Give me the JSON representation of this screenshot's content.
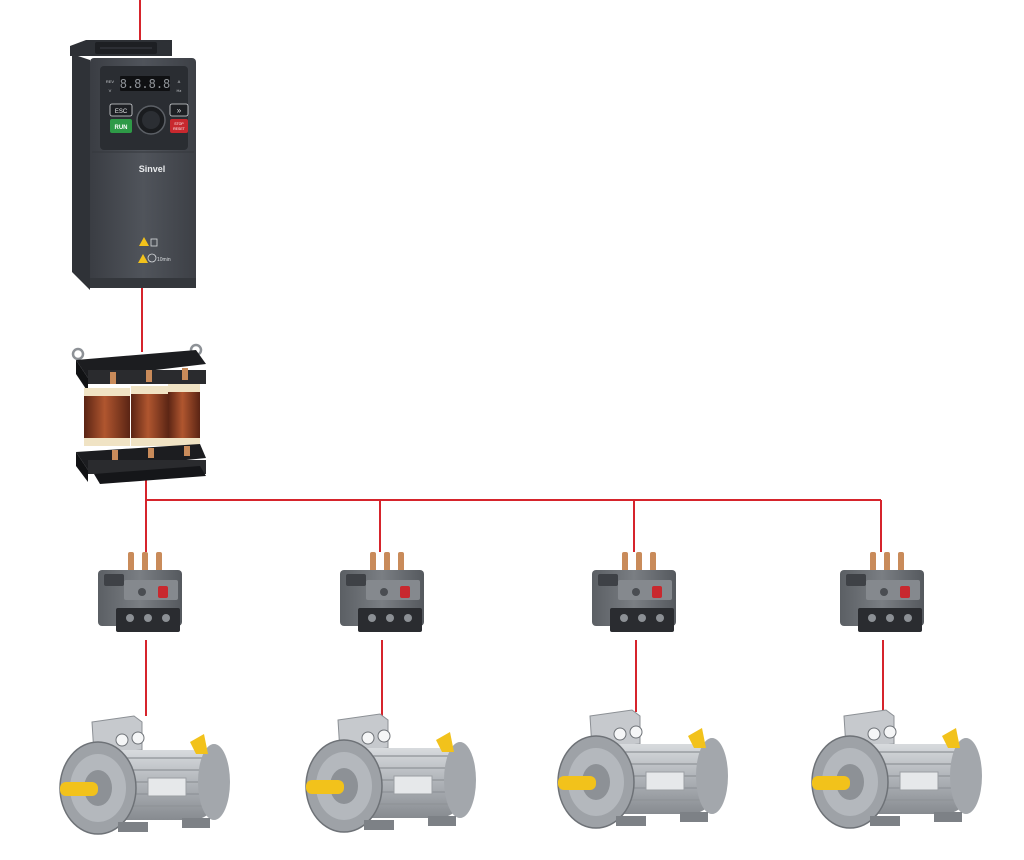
{
  "colors": {
    "wire": "#d6242c",
    "vfd_body": "#4a4e55",
    "vfd_panel": "#2c2f34",
    "run_green": "#2e9a47",
    "stop_red": "#c8282e",
    "coil_copper": "#8a3b22",
    "relay_body": "#6b6f74",
    "motor_body": "#b9bdc2",
    "shaft_yellow": "#f2c21b"
  },
  "vfd": {
    "display": "8.8.8.8",
    "unit_left_top": "REV",
    "unit_left_bottom": "V",
    "unit_right_top": "A",
    "unit_right_bottom": "Hz",
    "esc_label": "ESC",
    "run_label": "RUN",
    "shift_label": "»",
    "stop_label_1": "STOP",
    "stop_label_2": "RESET",
    "brand": "Sinvel",
    "warning_icon": "warning-triangle-icon",
    "warning_text": "10min"
  },
  "reactor": {
    "icon": "three-phase-reactor-icon"
  },
  "branches": [
    {
      "relay_icon": "thermal-overload-relay-icon",
      "motor_icon": "electric-motor-icon"
    },
    {
      "relay_icon": "thermal-overload-relay-icon",
      "motor_icon": "electric-motor-icon"
    },
    {
      "relay_icon": "thermal-overload-relay-icon",
      "motor_icon": "electric-motor-icon"
    },
    {
      "relay_icon": "thermal-overload-relay-icon",
      "motor_icon": "electric-motor-icon"
    }
  ]
}
